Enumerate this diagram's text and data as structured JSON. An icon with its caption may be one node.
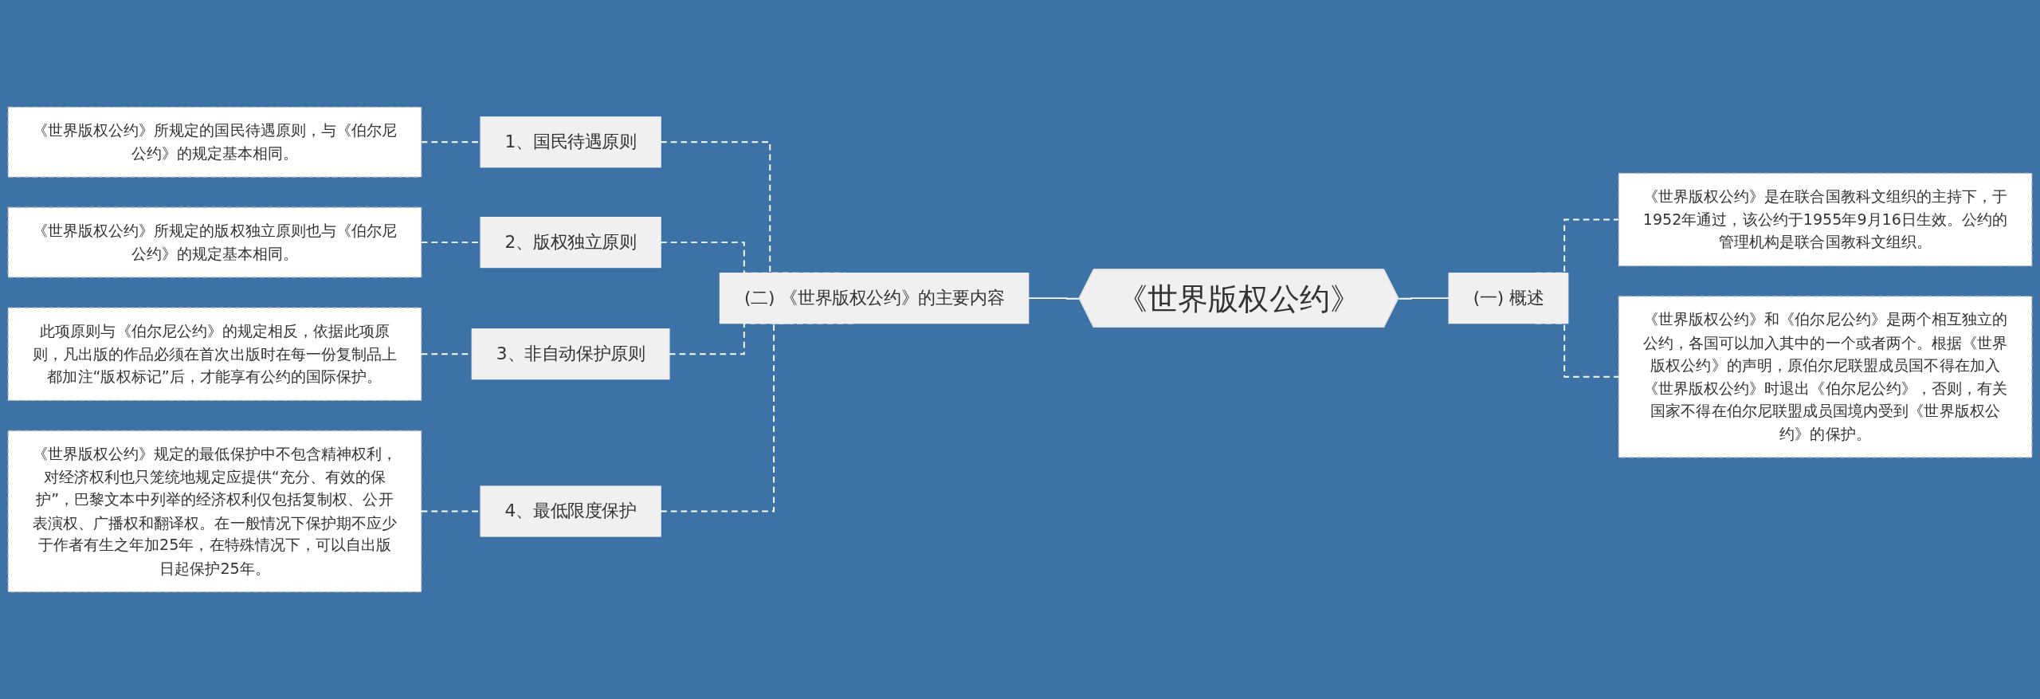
{
  "diagram": {
    "nodes": [
      {
        "text": [
          "《世界版权公约》"
        ]
      },
      {
        "text": [
          "(二) 《世界版权公约》的主要内容"
        ]
      },
      {
        "text": [
          "1、国民待遇原则"
        ]
      },
      {
        "text": [
          "《世界版权公约》所规定的国民待遇原则，与《伯尔尼公约》的规定基本相同。"
        ]
      },
      {
        "text": [
          "2、版权独立原则"
        ]
      },
      {
        "text": [
          "《世界版权公约》所规定的版权独立原则也与《伯尔尼公约》的规定基本相同。"
        ]
      },
      {
        "text": [
          "3、非自动保护原则"
        ]
      },
      {
        "text": [
          "此项原则与《伯尔尼公约》的规定相反，依据此项原则，凡出版的作品必须在首次出版时在每一份复制品上都加注“版权标记”后，才能享有公约的国际保护。"
        ]
      },
      {
        "text": [
          "4、最低限度保护"
        ]
      },
      {
        "text": [
          "《世界版权公约》规定的最低保护中不包含精神权利，对经济权利也只笼统地规定应提供“充分、有效的保护”，巴黎文本中列举的经济权利仅包括复制权、公开表演权、广播权和翻译权。在一般情况下保护期不应少于作者有生之年加25年，在特殊情况下，可以自出版日起保护25年。"
        ]
      },
      {
        "text": [
          "(一) 概述"
        ]
      },
      {
        "text": [
          "《世界版权公约》是在联合国教科文组织的主持下，于1952年通过，该公约于1955年9月16日生效。公约的管理机构是联合国教科文组织。"
        ]
      },
      {
        "text": [
          "《世界版权公约》和《伯尔尼公约》是两个相互独立的公约，各国可以加入其中的一个或者两个。根据《世界版权公约》的声明，原伯尔尼联盟成员国不得在加入《世界版权公约》时退出《伯尔尼公约》，否则，有关国家不得在伯尔尼联盟成员国境内受到《世界版权公约》的保护。"
        ]
      }
    ],
    "edges": [
      {
        "from": 0,
        "to": 1,
        "arrow": "none"
      },
      {
        "from": 1,
        "to": 2,
        "arrow": "none",
        "style": "dashed"
      },
      {
        "from": 2,
        "to": 3,
        "arrow": "none",
        "style": "dashed"
      },
      {
        "from": 1,
        "to": 4,
        "arrow": "none",
        "style": "dashed"
      },
      {
        "from": 4,
        "to": 5,
        "arrow": "none",
        "style": "dashed"
      },
      {
        "from": 1,
        "to": 6,
        "arrow": "none",
        "style": "dashed"
      },
      {
        "from": 6,
        "to": 7,
        "arrow": "none",
        "style": "dashed"
      },
      {
        "from": 1,
        "to": 8,
        "arrow": "none",
        "style": "dashed"
      },
      {
        "from": 8,
        "to": 9,
        "arrow": "none",
        "style": "dashed"
      },
      {
        "from": 0,
        "to": 10,
        "arrow": "none"
      },
      {
        "from": 10,
        "to": 11,
        "arrow": "none",
        "style": "dashed"
      },
      {
        "from": 10,
        "to": 12,
        "arrow": "none",
        "style": "dashed"
      }
    ]
  }
}
